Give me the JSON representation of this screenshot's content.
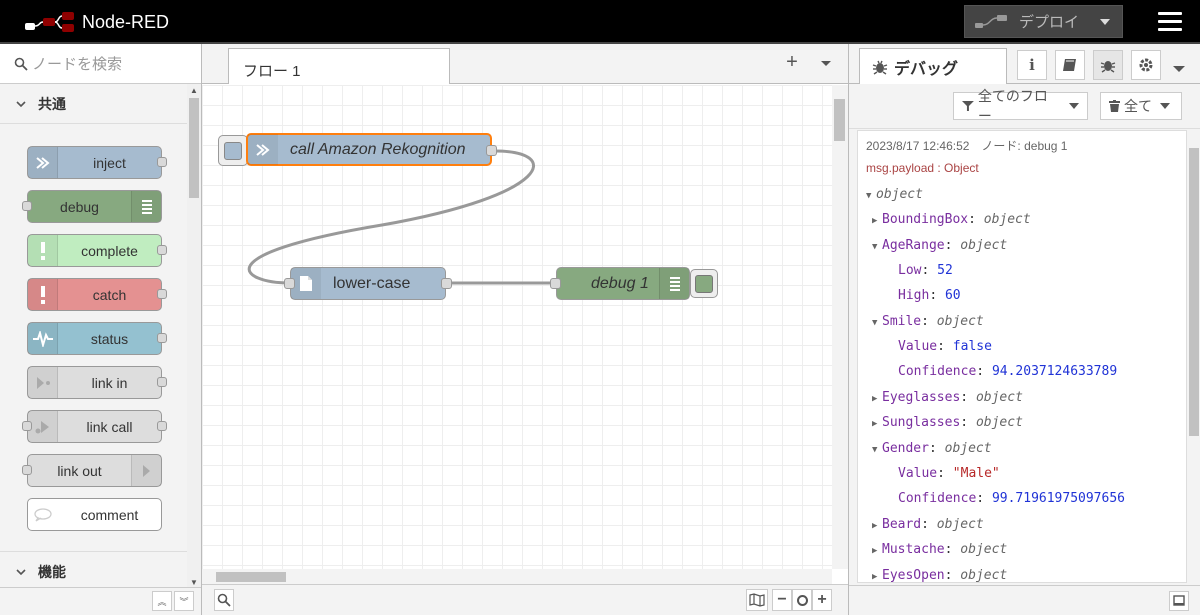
{
  "header": {
    "title": "Node-RED",
    "deploy_label": "デプロイ"
  },
  "palette": {
    "search_placeholder": "ノードを検索",
    "categories": [
      {
        "label": "共通"
      },
      {
        "label": "機能"
      }
    ],
    "nodes": [
      {
        "label": "inject",
        "color": "#a6bbcf"
      },
      {
        "label": "debug",
        "color": "#87a980"
      },
      {
        "label": "complete",
        "color": "#c0edc0"
      },
      {
        "label": "catch",
        "color": "#e49191"
      },
      {
        "label": "status",
        "color": "#94c1d0"
      },
      {
        "label": "link in",
        "color": "#dddddd"
      },
      {
        "label": "link call",
        "color": "#dddddd"
      },
      {
        "label": "link out",
        "color": "#dddddd"
      },
      {
        "label": "comment",
        "color": "#ffffff"
      }
    ]
  },
  "workspace": {
    "tab_label": "フロー 1",
    "nodes": [
      {
        "label": "call Amazon Rekognition",
        "color": "#a6bbcf"
      },
      {
        "label": "lower-case",
        "color": "#a6bbcf"
      },
      {
        "label": "debug 1",
        "color": "#87a980"
      }
    ]
  },
  "sidebar": {
    "tab_label": "デバッグ",
    "filter_label": "全てのフロー",
    "clear_label": "全て",
    "message": {
      "meta": "2023/8/17 12:46:52　ノード: debug 1",
      "path": "msg.payload : Object",
      "root_type": "object",
      "rows": [
        {
          "key": "BoundingBox",
          "value": "object"
        },
        {
          "key": "AgeRange",
          "value": "object"
        },
        {
          "key": "Low",
          "value": "52"
        },
        {
          "key": "High",
          "value": "60"
        },
        {
          "key": "Smile",
          "value": "object"
        },
        {
          "key": "Value",
          "value": "false"
        },
        {
          "key": "Confidence",
          "value": "94.2037124633789"
        },
        {
          "key": "Eyeglasses",
          "value": "object"
        },
        {
          "key": "Sunglasses",
          "value": "object"
        },
        {
          "key": "Gender",
          "value": "object"
        },
        {
          "key": "Value",
          "value": "\"Male\""
        },
        {
          "key": "Confidence",
          "value": "99.71961975097656"
        },
        {
          "key": "Beard",
          "value": "object"
        },
        {
          "key": "Mustache",
          "value": "object"
        },
        {
          "key": "EyesOpen",
          "value": "object"
        }
      ]
    }
  },
  "colors": {
    "accent": "#ff7f0e",
    "header_bg": "#000000"
  }
}
